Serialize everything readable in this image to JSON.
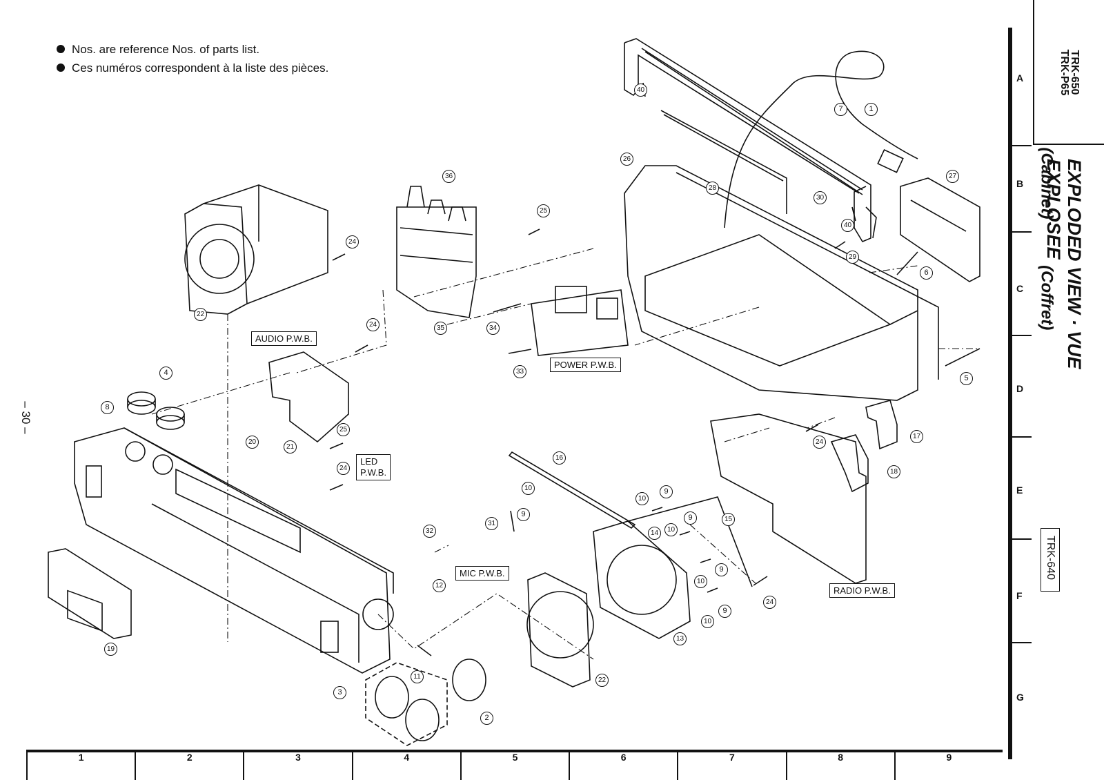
{
  "notes": [
    "Nos. are reference Nos. of parts list.",
    "Ces numéros correspondent à la liste des pièces."
  ],
  "page_number": "– 30 –",
  "models": "TRK-650\nTRK-P65",
  "title_line1": "EXPLODED VIEW · VUE EXPLOSEE",
  "title_line2": "(Cabinet)          (Coffret)",
  "side_model": "TRK-640",
  "row_labels": [
    "A",
    "B",
    "C",
    "D",
    "E",
    "F",
    "G"
  ],
  "column_labels": [
    "1",
    "2",
    "3",
    "4",
    "5",
    "6",
    "7",
    "8",
    "9"
  ],
  "pwb_labels": {
    "audio": "AUDIO P.W.B.",
    "power": "POWER P.W.B.",
    "led": "LED\nP.W.B.",
    "mic": "MIC P.W.B.",
    "radio": "RADIO P.W.B."
  },
  "callouts": [
    "1",
    "2",
    "3",
    "4",
    "5",
    "6",
    "7",
    "8",
    "9",
    "10",
    "11",
    "12",
    "13",
    "14",
    "15",
    "16",
    "17",
    "18",
    "19",
    "20",
    "21",
    "22",
    "24",
    "25",
    "26",
    "27",
    "28",
    "29",
    "30",
    "31",
    "32",
    "33",
    "34",
    "35",
    "36",
    "40"
  ]
}
